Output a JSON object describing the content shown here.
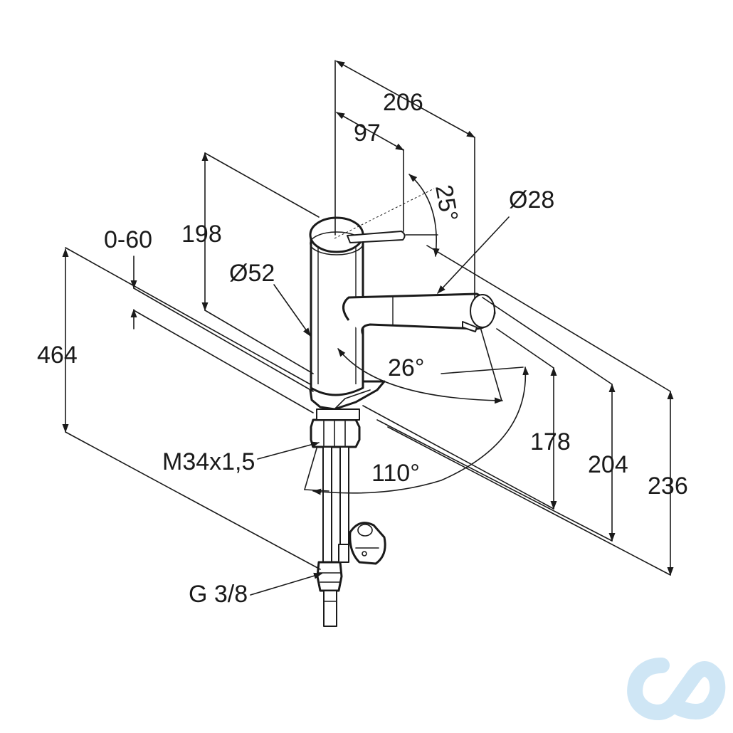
{
  "dimensions": {
    "d206": "206",
    "d97": "97",
    "d25": "25°",
    "d28": "Ø28",
    "d198": "198",
    "d060": "0-60",
    "d52": "Ø52",
    "d464": "464",
    "d26": "26°",
    "d178": "178",
    "d204": "204",
    "d236": "236",
    "d110": "110°",
    "thread": "M34x1,5",
    "connection": "G 3/8"
  },
  "logo": {
    "icon": "infinity-cd-logo-icon",
    "color": "#cfe6f5"
  },
  "colors": {
    "ink": "#1a1a1a",
    "background": "#ffffff"
  }
}
